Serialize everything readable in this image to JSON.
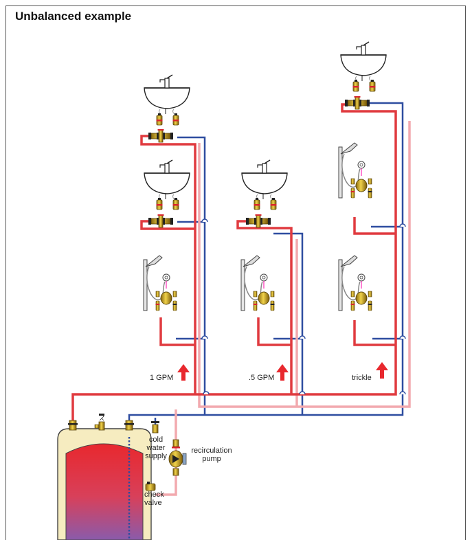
{
  "title": "Unbalanced example",
  "flow_labels": [
    "1 GPM",
    ".5 GPM",
    "trickle"
  ],
  "labels": {
    "cold_water_supply": [
      "cold",
      "water",
      "supply"
    ],
    "recirculation_pump": [
      "recirculation",
      "pump"
    ],
    "check_valve": [
      "check",
      "valve"
    ]
  },
  "colors": {
    "hot": "#e03a3f",
    "return": "#f2a9ae",
    "cold": "#2e4da0",
    "brass": "#c8a21b",
    "tank_top": "#e8282e",
    "tank_bottom": "#8a5bab"
  }
}
